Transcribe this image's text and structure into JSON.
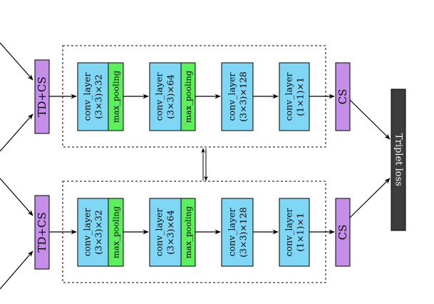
{
  "colors": {
    "conv": "#7fd6f5",
    "pool": "#5cf05c",
    "cs": "#c58ee8",
    "loss": "#3c3c3c"
  },
  "branches": [
    {
      "td_cs": "TD+CS",
      "blocks": [
        {
          "name": "conv_layer",
          "dims": "(3×3)×32",
          "pool": "max_pooling"
        },
        {
          "name": "conv_layer",
          "dims": "(3×3)×64",
          "pool": "max_pooling"
        },
        {
          "name": "conv_layer",
          "dims": "(3×3)×128",
          "pool": ""
        },
        {
          "name": "conv_layer",
          "dims": "(1×1)×1",
          "pool": ""
        }
      ],
      "cs": "CS"
    },
    {
      "td_cs": "TD+CS",
      "blocks": [
        {
          "name": "conv_layer",
          "dims": "(3×3)×32",
          "pool": "max_pooling"
        },
        {
          "name": "conv_layer",
          "dims": "(3×3)×64",
          "pool": "max_pooling"
        },
        {
          "name": "conv_layer",
          "dims": "(3×3)×128",
          "pool": ""
        },
        {
          "name": "conv_layer",
          "dims": "(1×1)×1",
          "pool": ""
        }
      ],
      "cs": "CS"
    }
  ],
  "loss": "Triplet loss"
}
